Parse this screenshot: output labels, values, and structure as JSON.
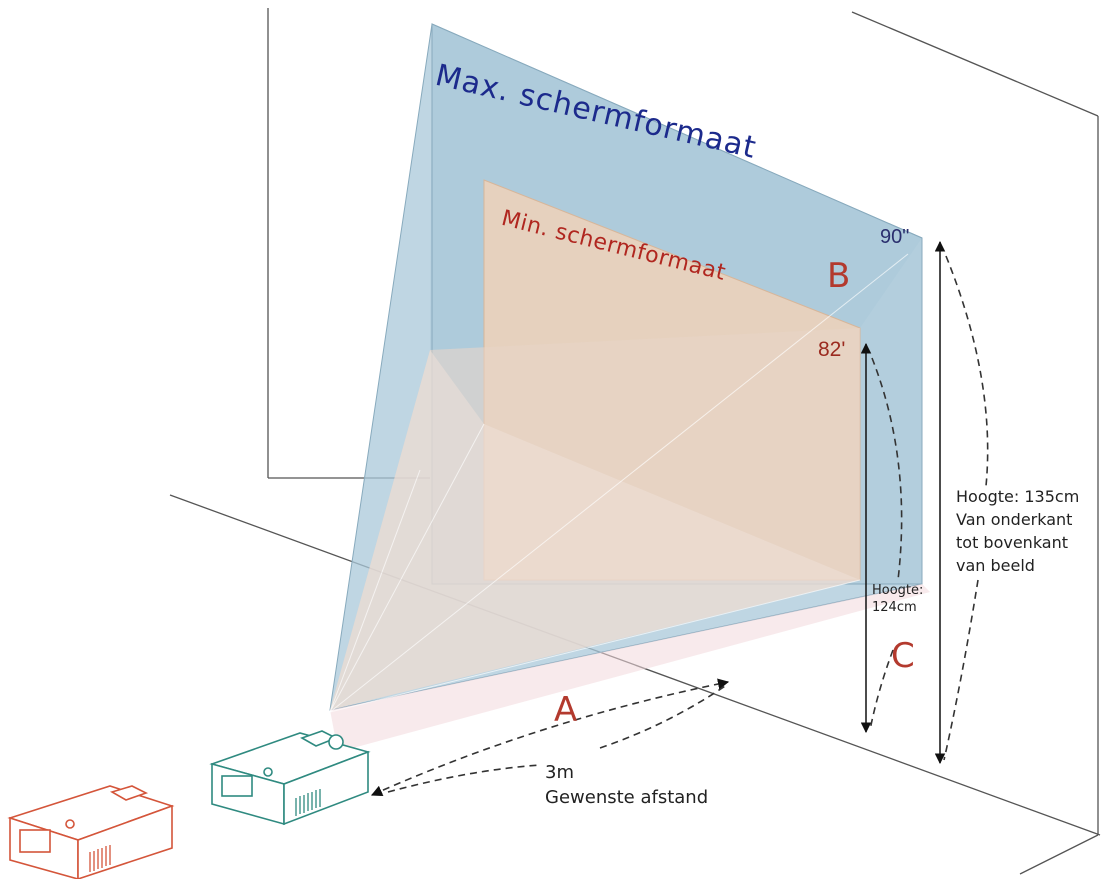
{
  "labels": {
    "max_screen": "Max. schermformaat",
    "min_screen": "Min. schermformaat",
    "size_max": "90\"",
    "size_min": "82'",
    "letter_a": "A",
    "letter_b": "B",
    "letter_c": "C",
    "height_min_line1": "Hoogte:",
    "height_min_line2": "124cm",
    "height_max_line1": "Hoogte: 135cm",
    "height_max_line2": "Van onderkant",
    "height_max_line3": "tot bovenkant",
    "height_max_line4": "van beeld",
    "distance_value": "3m",
    "distance_label": "Gewenste afstand"
  },
  "colors": {
    "max_screen_fill": "#a9c8d9",
    "min_screen_fill": "#f0d2b8",
    "max_text": "#1c2a8c",
    "min_text": "#b0261f",
    "letter": "#b33a2e",
    "projector_near": "#2f8a80",
    "projector_far": "#d4553a"
  }
}
